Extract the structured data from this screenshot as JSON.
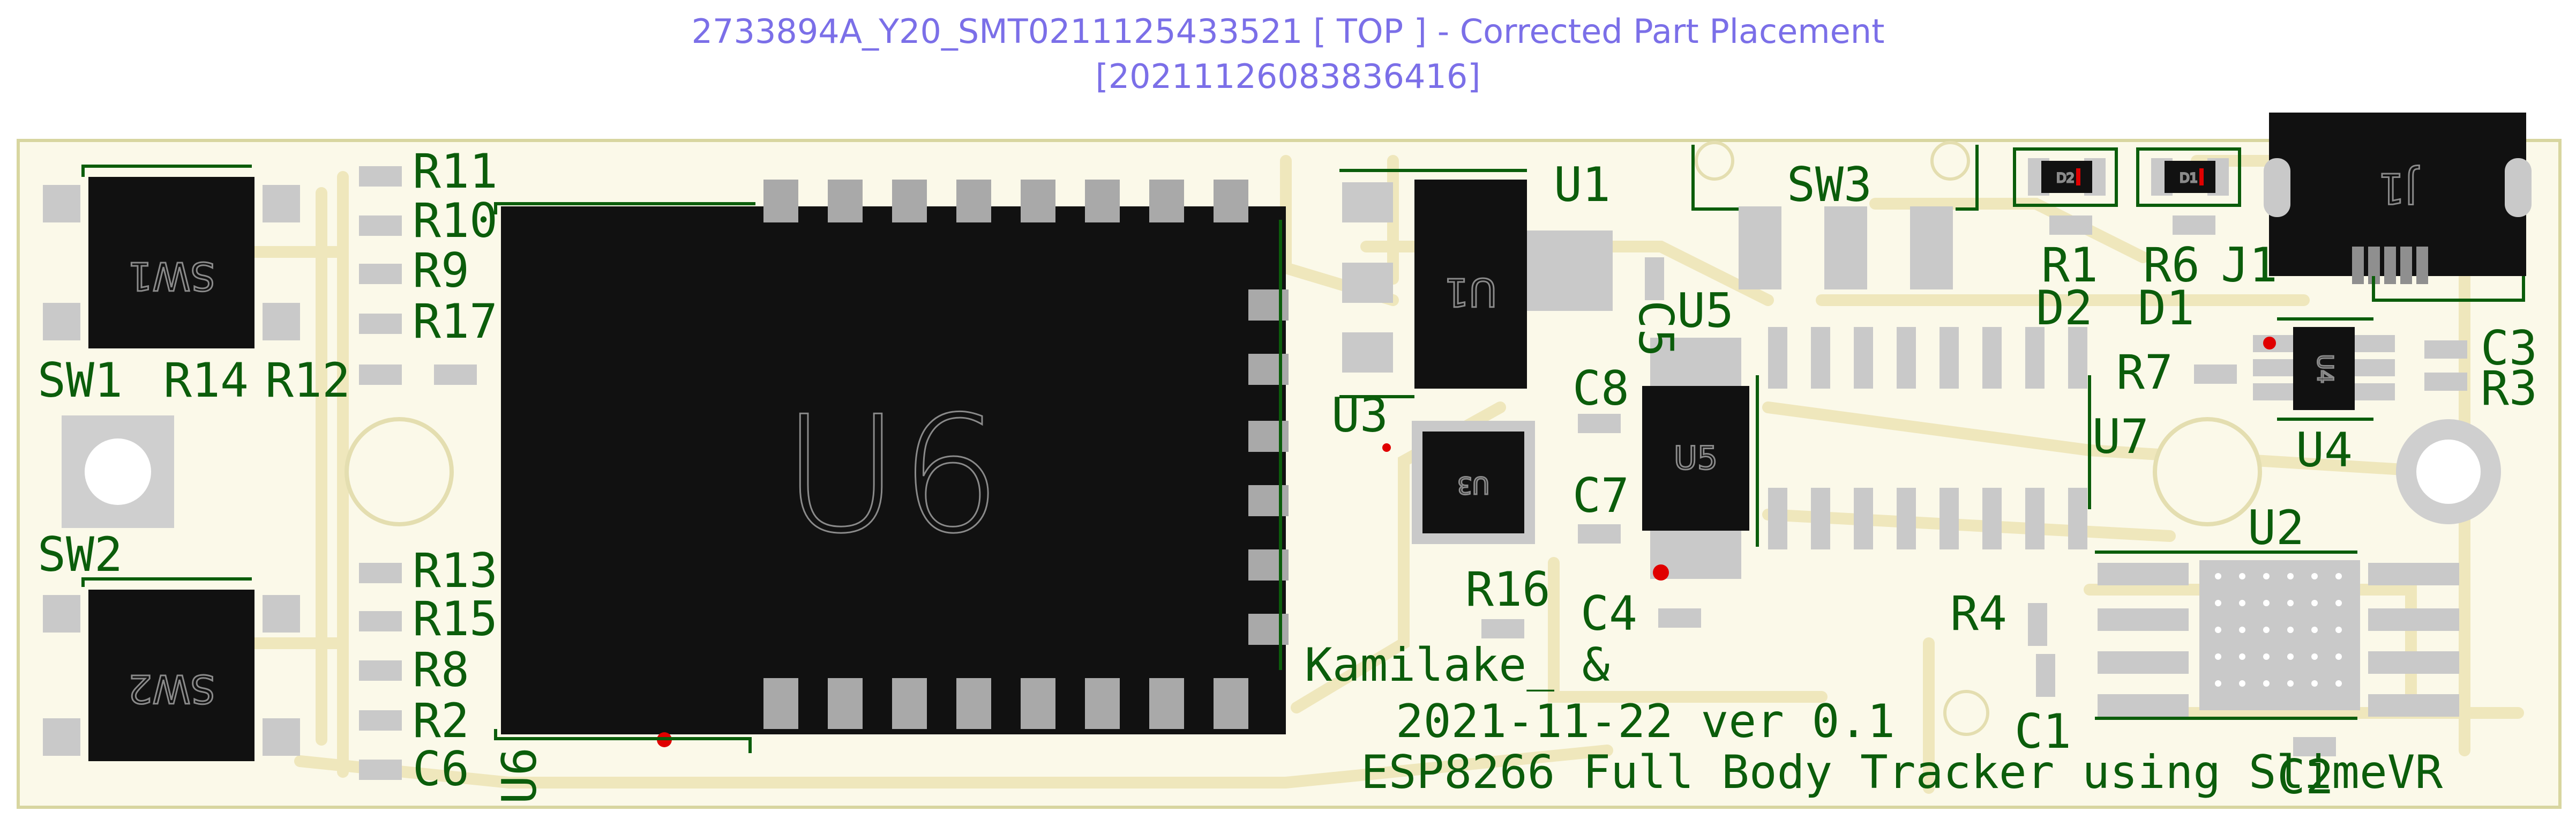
{
  "title_line1": "2733894A_Y20_SMT0211125433521 [ TOP ] - Corrected Part Placement",
  "title_line2": "[20211126083836416]",
  "colors": {
    "title": "#7b6fe8",
    "board": "#fbf9e9",
    "board_outline": "#d8d6a0",
    "trace": "#efe7bc",
    "silkscreen": "#0b5d0b",
    "component_body": "#111111",
    "pad": "#c9c9c9",
    "marker": "#e00000"
  },
  "labels": {
    "SW1": "SW1",
    "SW2": "SW2",
    "SW3": "SW3",
    "R11": "R11",
    "R10": "R10",
    "R9": "R9",
    "R17": "R17",
    "R14": "R14",
    "R12": "R12",
    "R13": "R13",
    "R15": "R15",
    "R8": "R8",
    "R2": "R2",
    "C6": "C6",
    "U6": "U6",
    "U1": "U1",
    "U3": "U3",
    "U5": "U5",
    "U7": "U7",
    "U4": "U4",
    "U2": "U2",
    "J1": "J1",
    "C5": "C5",
    "C8": "C8",
    "C7": "C7",
    "C4": "C4",
    "R16": "R16",
    "R1": "R1",
    "R6": "R6",
    "D2": "D2",
    "D1": "D1",
    "R7": "R7",
    "C3": "C3",
    "R3": "R3",
    "R4": "R4",
    "C1": "C1",
    "C2": "C2"
  },
  "body_text": {
    "SW1": "SW1",
    "SW2": "SW2",
    "U6": "U6",
    "U1": "U1",
    "U3": "U3",
    "U5": "U5",
    "U4": "U4",
    "J1": "J1",
    "D2": "D2",
    "D1": "D1"
  },
  "silk_text": {
    "line1": "Kamilake_ &",
    "line2": "2021-11-22 ver 0.1",
    "line3": "ESP8266 Full Body Tracker using SlimeVR"
  }
}
